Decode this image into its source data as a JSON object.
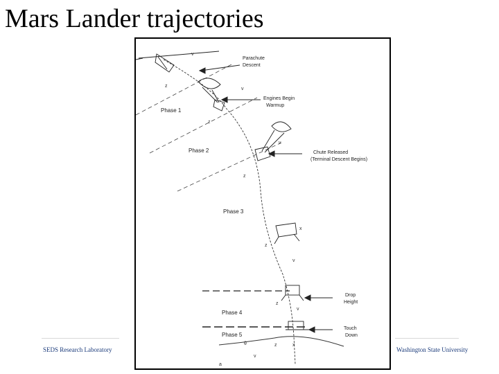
{
  "slide": {
    "title": "Mars Lander trajectories",
    "footer_left": "SEDS Research Laboratory",
    "footer_right": "Washington State University"
  },
  "diagram": {
    "annotations": {
      "parachute_descent_1": "Parachute",
      "parachute_descent_2": "Descent",
      "engines_begin_1": "Engines Begin",
      "engines_begin_2": "Warmup",
      "chute_released_1": "Chute Released",
      "chute_released_2": "(Terminal Descent Begins)",
      "drop_height_1": "Drop",
      "drop_height_2": "Height",
      "touch_down_1": "Touch",
      "touch_down_2": "Down"
    },
    "phases": {
      "p1": "Phase 1",
      "p2": "Phase 2",
      "p3": "Phase 3",
      "p4": "Phase 4",
      "p5": "Phase 5"
    }
  }
}
